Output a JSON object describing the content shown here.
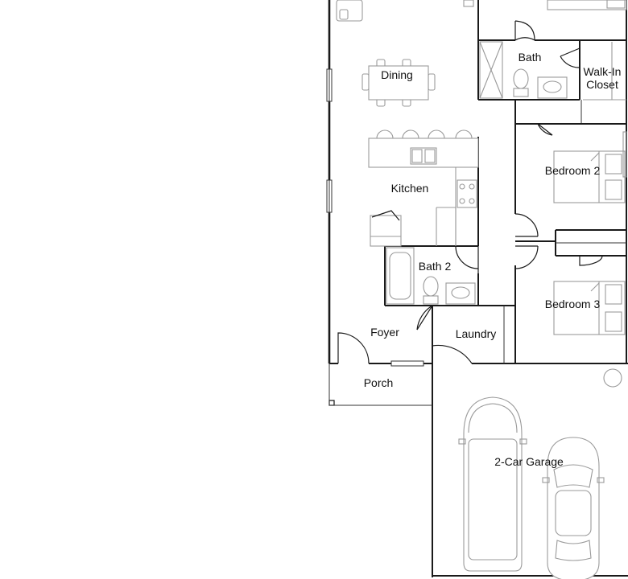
{
  "rooms": {
    "dining": "Dining",
    "bath": "Bath",
    "walk_in_closet_line1": "Walk-In",
    "walk_in_closet_line2": "Closet",
    "kitchen": "Kitchen",
    "bedroom_2": "Bedroom 2",
    "bath_2": "Bath 2",
    "bedroom_3": "Bedroom 3",
    "foyer": "Foyer",
    "laundry": "Laundry",
    "porch": "Porch",
    "garage": "2-Car Garage"
  },
  "colors": {
    "walls": "#1a1a1a",
    "fixtures": "#9a9a9a",
    "background": "#ffffff"
  }
}
